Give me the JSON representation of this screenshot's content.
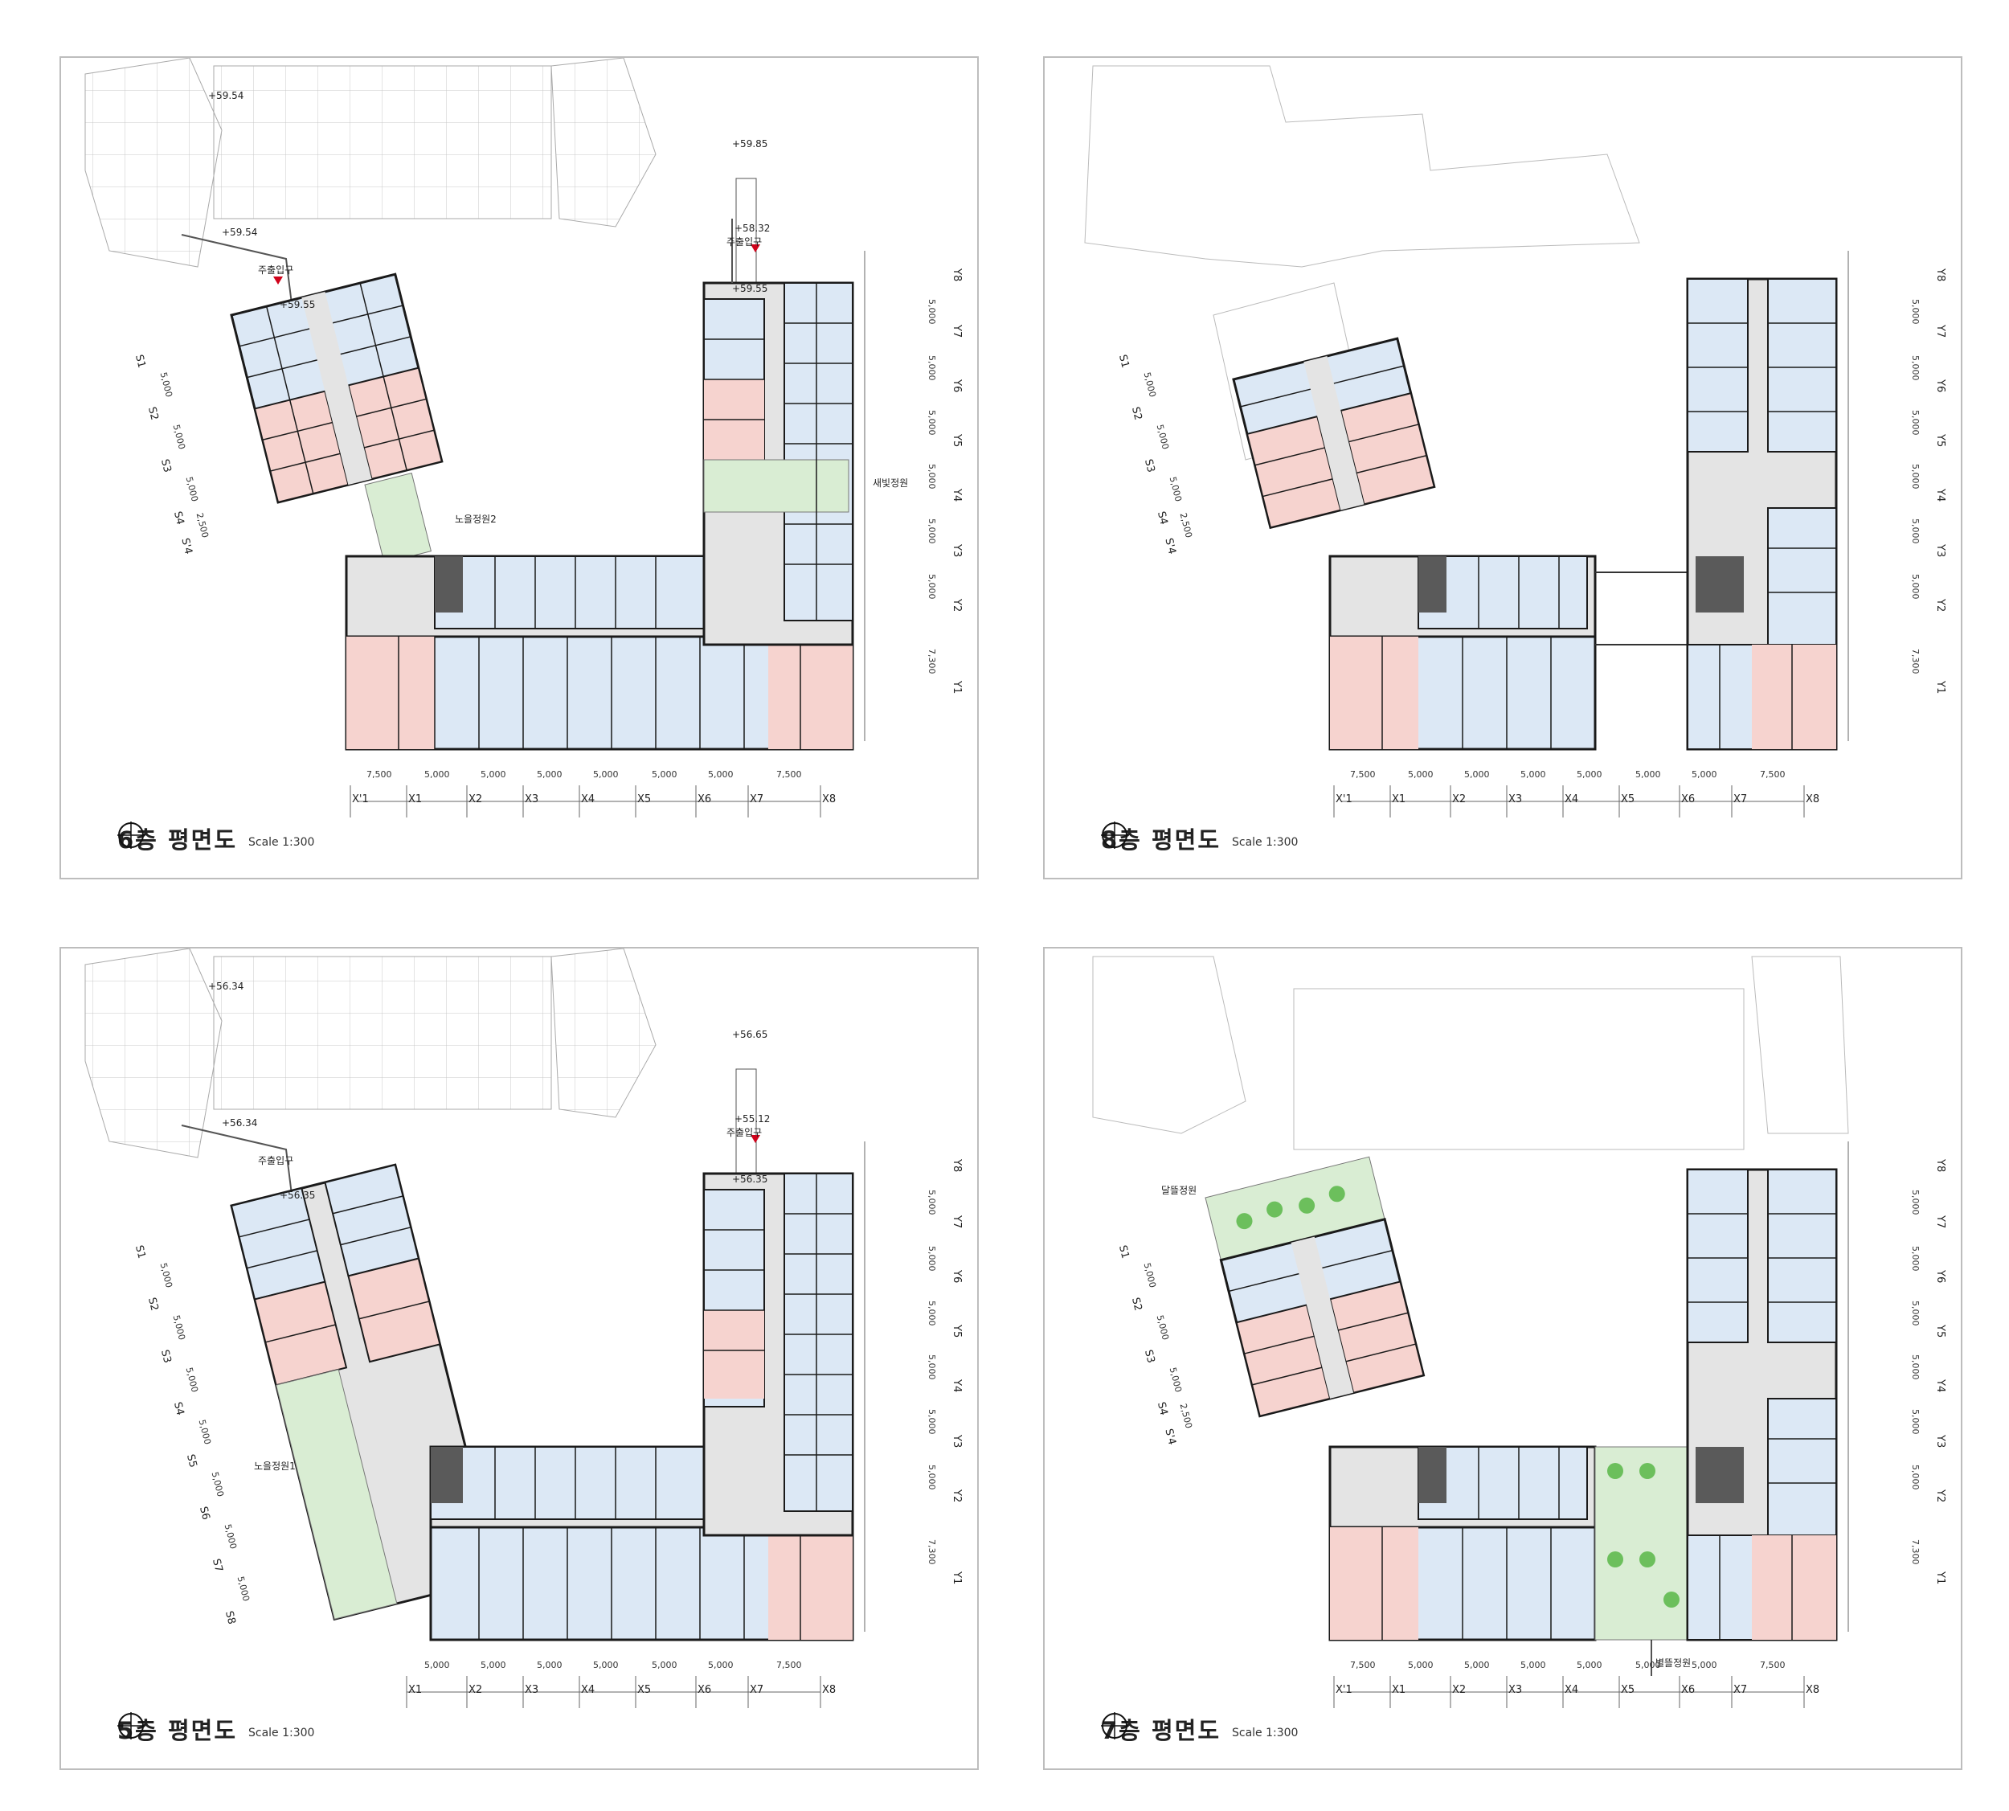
{
  "panels": {
    "p6": {
      "title": "6층 평면도",
      "scale": "Scale 1:300",
      "labels": {
        "elev1": "+59.54",
        "elev2": "+59.85",
        "elev3": "+59.54",
        "elev4": "+58.32",
        "elev5": "+59.55",
        "elev6": "+59.55",
        "entry1": "주출입구",
        "entry2": "주출입구",
        "garden1": "새빛정원",
        "garden2": "노을정원2"
      }
    },
    "p8": {
      "title": "8층 평면도",
      "scale": "Scale 1:300"
    },
    "p5": {
      "title": "5층 평면도",
      "scale": "Scale 1:300",
      "labels": {
        "elev1": "+56.34",
        "elev2": "+56.65",
        "elev3": "+56.34",
        "elev4": "+55.12",
        "elev5": "+56.35",
        "elev6": "+56.35",
        "entry1": "주출입구",
        "entry2": "주출입구",
        "garden1": "노을정원1"
      }
    },
    "p7": {
      "title": "7층 평면도",
      "scale": "Scale 1:300",
      "labels": {
        "garden1": "달뜰정원",
        "garden2": "별뜰정원"
      }
    }
  },
  "grid": {
    "x_axes_a": [
      "X'1",
      "X1",
      "X2",
      "X3",
      "X4",
      "X5",
      "X6",
      "X7",
      "X8"
    ],
    "x_dims_a": [
      "7,500",
      "5,000",
      "5,000",
      "5,000",
      "5,000",
      "5,000",
      "5,000",
      "7,500"
    ],
    "x_axes_b": [
      "X1",
      "X2",
      "X3",
      "X4",
      "X5",
      "X6",
      "X7",
      "X8"
    ],
    "x_dims_b": [
      "5,000",
      "5,000",
      "5,000",
      "5,000",
      "5,000",
      "5,000",
      "7,500"
    ],
    "y_axes": [
      "Y8",
      "Y7",
      "Y6",
      "Y5",
      "Y4",
      "Y3",
      "Y2",
      "Y1"
    ],
    "y_dims": [
      "5,000",
      "5,000",
      "5,000",
      "5,000",
      "5,000",
      "5,000",
      "7,300"
    ],
    "s_axes_a": [
      "S1",
      "S2",
      "S3",
      "S4",
      "S'4"
    ],
    "s_dims_a": [
      "5,000",
      "5,000",
      "5,000",
      "2,500"
    ],
    "s_axes_b": [
      "S1",
      "S2",
      "S3",
      "S4",
      "S5",
      "S6",
      "S7",
      "S8"
    ],
    "s_dims_b": [
      "5,000",
      "5,000",
      "5,000",
      "5,000",
      "5,000",
      "5,000",
      "5,000"
    ]
  },
  "colors": {
    "blue_unit": "#dce8f5",
    "pink_unit": "#f6d3cf",
    "green_garden": "#d9edd3",
    "corridor": "#e4e4e4",
    "core": "#5a5a5a",
    "wall": "#1a1a1a",
    "context": "#bbbbbb",
    "entry_arrow": "#d0021b"
  }
}
